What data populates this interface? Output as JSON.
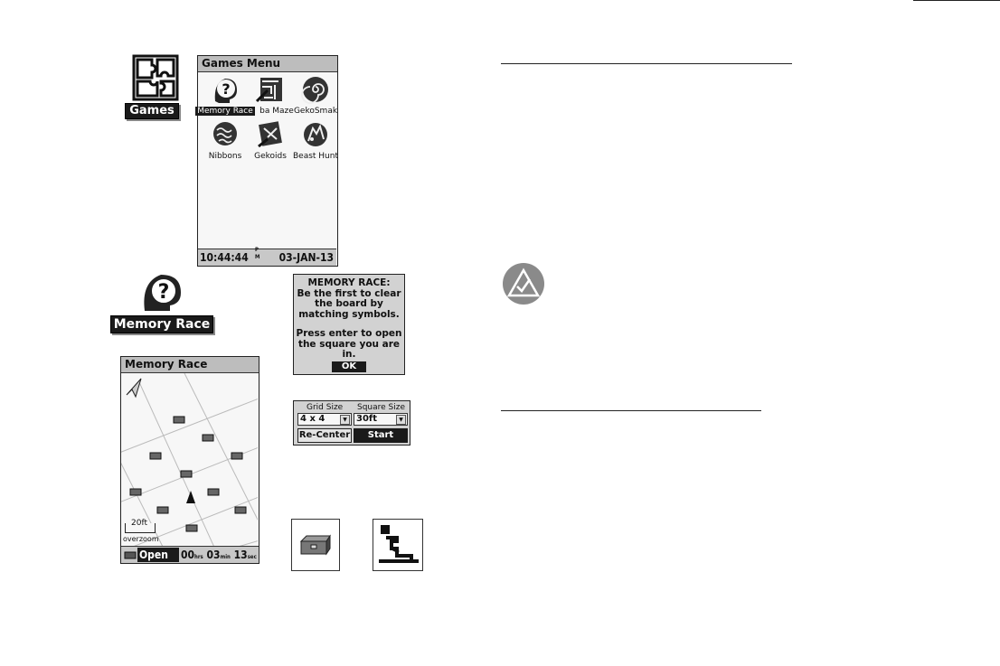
{
  "games_icon": {
    "label": "Games"
  },
  "games_menu": {
    "title": "Games Menu",
    "items": [
      {
        "label": "Memory Race",
        "icon": "question-head-icon",
        "selected": true
      },
      {
        "label": "ba Maze",
        "icon": "maze-icon",
        "selected": false
      },
      {
        "label": "GekoSmak",
        "icon": "swirl-icon",
        "selected": false
      },
      {
        "label": "Nibbons",
        "icon": "nibbons-icon",
        "selected": false
      },
      {
        "label": "Gekoids",
        "icon": "gekoids-icon",
        "selected": false
      },
      {
        "label": "Beast Hunt",
        "icon": "beast-icon",
        "selected": false
      }
    ],
    "status": {
      "time": "10:44:44",
      "time_suffix": "PM",
      "date": "03-JAN-13"
    }
  },
  "memory_race_icon": {
    "label": "Memory Race"
  },
  "memory_race_screen": {
    "title": "Memory Race",
    "scale": "20ft",
    "zoom_note": "overzoom",
    "open_label": "Open",
    "timer": {
      "hrs": "00",
      "hrs_unit": "hrs",
      "min": "03",
      "min_unit": "min",
      "sec": "13",
      "sec_unit": "sec"
    }
  },
  "dialog": {
    "line1": "MEMORY RACE:",
    "line2": "Be the first to clear",
    "line3": "the board by",
    "line4": "matching symbols.",
    "line5": "Press enter to open",
    "line6": "the square you are in.",
    "ok": "OK"
  },
  "settings": {
    "grid_size_label": "Grid Size",
    "grid_size_value": "4 x 4",
    "square_size_label": "Square Size",
    "square_size_value": "30ft",
    "recenter": "Re-Center",
    "start": "Start"
  }
}
